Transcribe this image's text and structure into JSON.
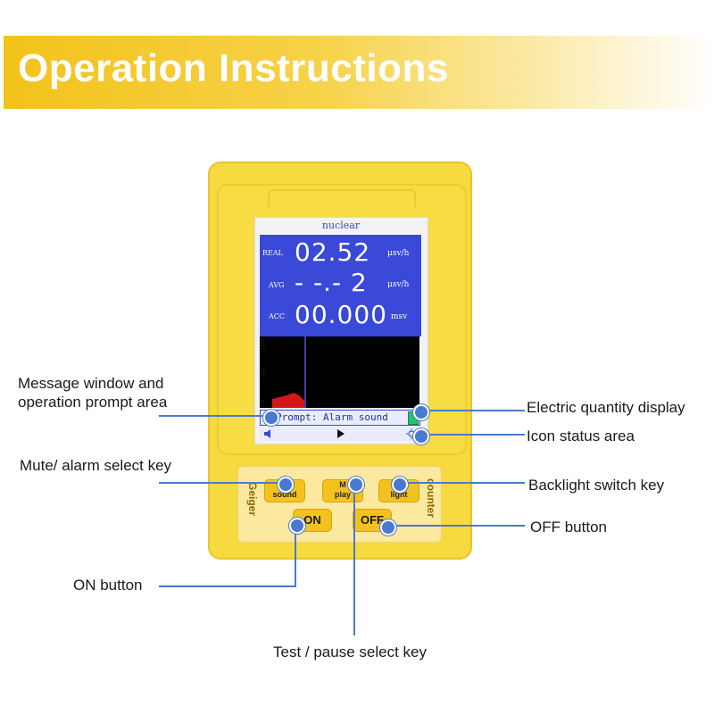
{
  "banner": {
    "title": "Operation Instructions"
  },
  "device": {
    "screen_title": "nuclear",
    "readings": [
      {
        "label": "REAL",
        "value": "02.52",
        "unit": "μsv/h"
      },
      {
        "label": "AVG",
        "value": "- -.- 2",
        "unit": "μsv/h"
      },
      {
        "label": "ACC",
        "value": "00.000",
        "unit": "msv"
      }
    ],
    "graph_ticks": [
      "100",
      "50",
      "0"
    ],
    "prompt": "Prompt: Alarm sound",
    "icons": [
      "speaker-icon",
      "play-icon",
      "sun-icon"
    ],
    "side_left": "Geiger",
    "side_right": "counter",
    "keys": [
      {
        "top": "L",
        "bottom": "sound"
      },
      {
        "top": "M",
        "bottom": "play"
      },
      {
        "top": "R",
        "bottom": "light"
      }
    ],
    "on_label": "ON",
    "off_label": "OFF"
  },
  "annotations": {
    "message_window_line1": "Message window and",
    "message_window_line2": "operation prompt area",
    "electric_quantity": "Electric quantity display",
    "icon_status": "Icon status area",
    "mute_alarm": "Mute/ alarm select key",
    "backlight": "Backlight switch key",
    "off_button": "OFF button",
    "on_button": "ON button",
    "test_pause": "Test / pause select key"
  },
  "colors": {
    "accent_line": "#4a7ad0",
    "banner": "#f3c21a",
    "device": "#f6da3f",
    "screen_blue": "#3a49d8"
  }
}
